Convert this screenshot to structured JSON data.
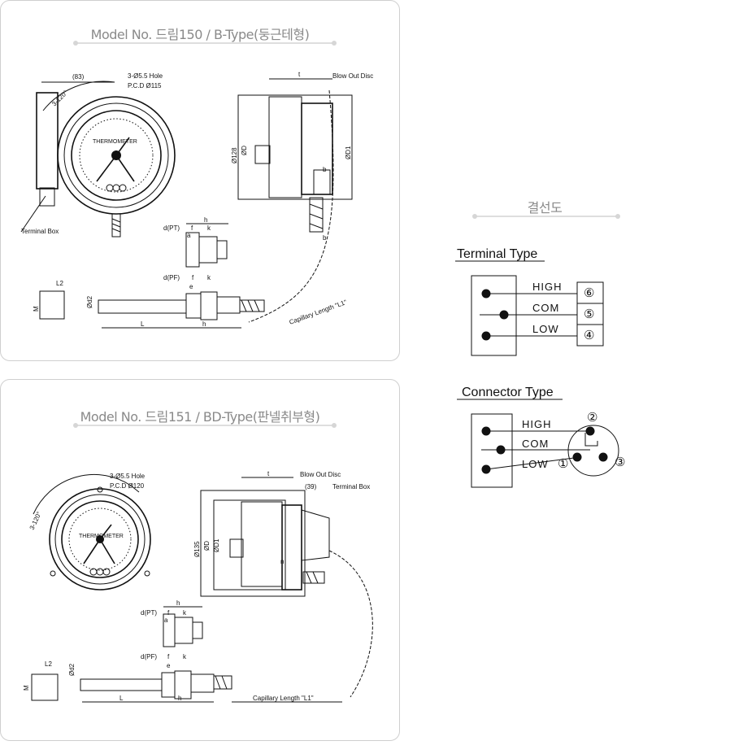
{
  "panel_b": {
    "title": "Model No. 드림150 / B-Type(둥근테형)",
    "labels": {
      "dim_83": "(83)",
      "hole": "3-Ø5.5 Hole",
      "pcd": "P.C.D Ø115",
      "angle": "3-120°",
      "terminal_box": "Terminal Box",
      "thermometer": "THERMOMETER",
      "t": "t",
      "blow_out": "Blow Out Disc",
      "d128": "Ø128",
      "dD": "ØD",
      "dD1": "ØD1",
      "b": "b",
      "h": "h",
      "dpt": "d(PT)",
      "f": "f",
      "k": "k",
      "a": "a",
      "dpf": "d(PF)",
      "e": "e",
      "l2": "L2",
      "m": "M",
      "od2": "Ød2",
      "L": "L",
      "h2": "h",
      "capillary": "Capillary Length \"L1\""
    }
  },
  "panel_bd": {
    "title": "Model No. 드림151 / BD-Type(판넬취부형)",
    "labels": {
      "hole": "3-Ø5.5 Hole",
      "pcd": "P.C.D Ø120",
      "angle": "3-120°",
      "thermometer": "THERMOMETER",
      "t": "t",
      "blow_out": "Blow Out Disc",
      "dim_39": "(39)",
      "terminal_box": "Terminal Box",
      "d135": "Ø135",
      "dD": "ØD",
      "dD1": "ØD1",
      "n": "n",
      "h": "h",
      "dpt": "d(PT)",
      "f": "f",
      "k": "k",
      "a": "a",
      "dpf": "d(PF)",
      "e": "e",
      "l2": "L2",
      "m": "M",
      "od2": "Ød2",
      "L": "L",
      "h2": "h",
      "capillary": "Capillary Length \"L1\""
    }
  },
  "wiring": {
    "title": "결선도",
    "terminal_type": {
      "heading": "Terminal Type",
      "high": "HIGH",
      "com": "COM",
      "low": "LOW",
      "n6": "⑥",
      "n5": "⑤",
      "n4": "④"
    },
    "connector_type": {
      "heading": "Connector Type",
      "high": "HIGH",
      "com": "COM",
      "low": "LOW",
      "n1": "①",
      "n2": "②",
      "n3": "③"
    }
  }
}
